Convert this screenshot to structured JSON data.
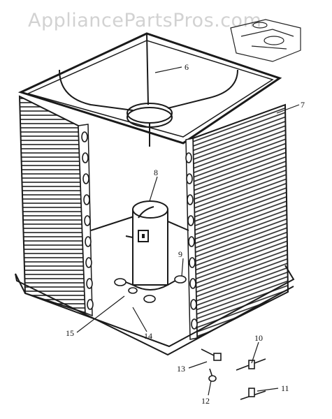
{
  "watermark": "AppliancePartsPros.com",
  "colors": {
    "ink": "#1a1a1a",
    "paper": "#ffffff",
    "watermark": "#d2d2d2"
  },
  "callouts": [
    {
      "id": "c6",
      "label": "6"
    },
    {
      "id": "c7",
      "label": "7"
    },
    {
      "id": "c8",
      "label": "8"
    },
    {
      "id": "c9",
      "label": "9"
    },
    {
      "id": "c10",
      "label": "10"
    },
    {
      "id": "c11",
      "label": "11"
    },
    {
      "id": "c12",
      "label": "12"
    },
    {
      "id": "c13",
      "label": "13"
    },
    {
      "id": "c14",
      "label": "14"
    },
    {
      "id": "c15",
      "label": "15"
    }
  ]
}
